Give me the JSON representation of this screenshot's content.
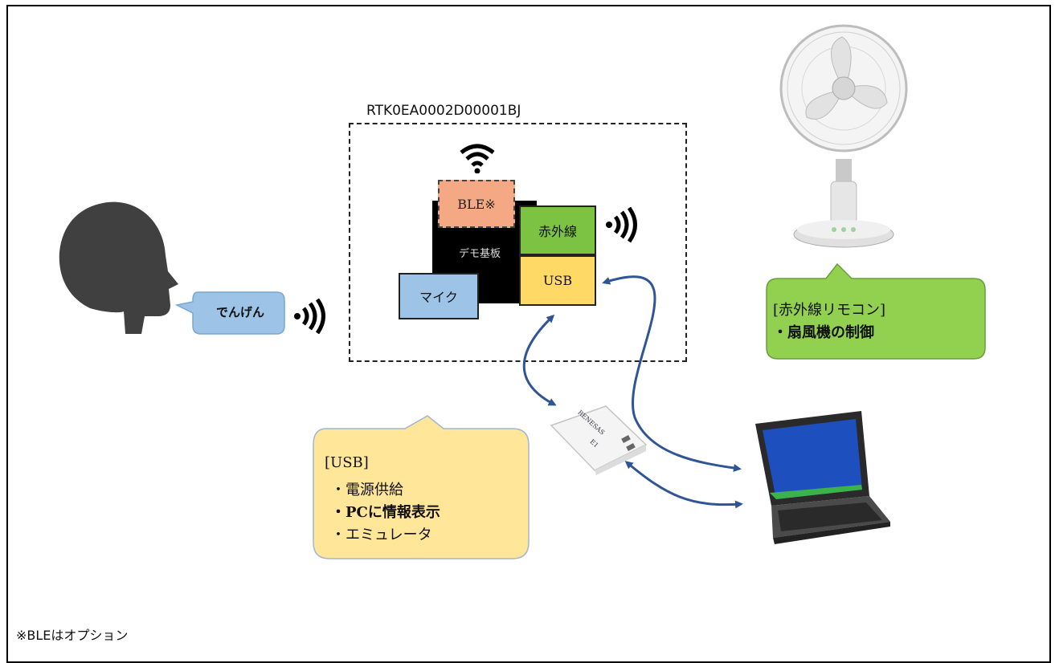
{
  "board": {
    "model": "RTK0EA0002D00001BJ",
    "pcb_label": "デモ基板",
    "ble_label": "BLE※",
    "ir_label": "赤外線",
    "usb_label": "USB",
    "mic_label": "マイク"
  },
  "speech": {
    "text": "でんげん"
  },
  "ir_callout": {
    "title": "[赤外線リモコン]",
    "item": "・扇風機の制御"
  },
  "usb_callout": {
    "title": "[USB]",
    "items": [
      "・電源供給",
      "・PCに情報表示",
      "・エミュレータ"
    ]
  },
  "device": {
    "brand": "RENESAS",
    "model": "E1"
  },
  "footnote": "※BLEはオプション",
  "colors": {
    "ble": "#f4a883",
    "ir": "#7cc243",
    "usb": "#ffd966",
    "mic": "#9dc3e6",
    "ir_callout": "#92d050",
    "usb_callout": "#ffe699",
    "speech": "#9dc3e6",
    "arrow": "#2f5597"
  },
  "icons": [
    "head-silhouette-icon",
    "wifi-icon",
    "sound-wave-icon",
    "fan-icon",
    "laptop-icon",
    "emulator-icon"
  ]
}
